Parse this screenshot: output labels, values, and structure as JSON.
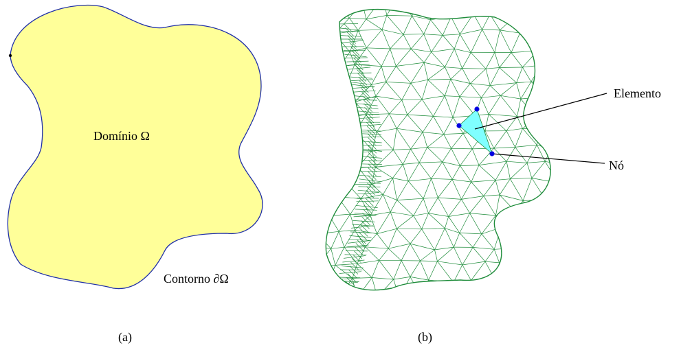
{
  "panel_a": {
    "domain_label": "Domínio  Ω",
    "boundary_label": "Contorno ∂Ω",
    "caption": "(a)"
  },
  "panel_b": {
    "element_label": "Elemento",
    "node_label": "Nó",
    "caption": "(b)"
  },
  "colors": {
    "domain_fill": "#FFFF99",
    "boundary_stroke": "#1F2FA8",
    "mesh_stroke": "#1E8C3A",
    "highlight_element": "#7FFFFF",
    "node_marker": "#0000E0"
  }
}
